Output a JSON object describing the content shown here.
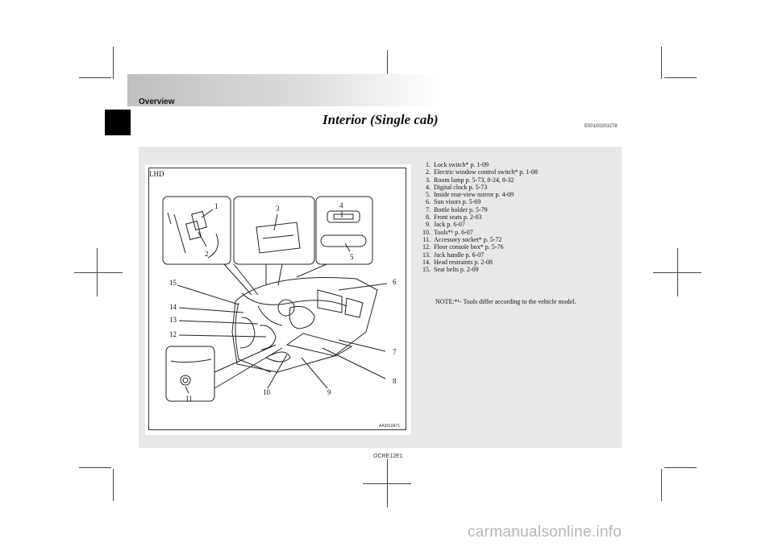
{
  "header": {
    "section": "Overview",
    "title": "Interior (Single cab)",
    "ref_code": "E00100203278"
  },
  "figure": {
    "lhd_label": "LHD",
    "code": "AA3010471",
    "callouts": [
      "1",
      "2",
      "3",
      "4",
      "5",
      "6",
      "7",
      "8",
      "9",
      "10",
      "11",
      "12",
      "13",
      "14",
      "15"
    ]
  },
  "items": [
    {
      "num": "1.",
      "text": "Lock switch* p. 1-09"
    },
    {
      "num": "2.",
      "text": "Electric window control switch* p. 1-08"
    },
    {
      "num": "3.",
      "text": "Room lamp p. 5-73, 8-24, 8-32"
    },
    {
      "num": "4.",
      "text": "Digital clock p. 5-73"
    },
    {
      "num": "5.",
      "text": "Inside rear-view mirror p. 4-09"
    },
    {
      "num": "6.",
      "text": "Sun visors p. 5-69"
    },
    {
      "num": "7.",
      "text": "Bottle holder p. 5-79"
    },
    {
      "num": "8.",
      "text": "Front seats p. 2-03"
    },
    {
      "num": "9.",
      "text": "Jack p. 6-07"
    },
    {
      "num": "10.",
      "text": "Tools*¹ p. 6-07"
    },
    {
      "num": "11.",
      "text": "Accessory socket* p. 5-72"
    },
    {
      "num": "12.",
      "text": "Floor console box* p. 5-76"
    },
    {
      "num": "13.",
      "text": "Jack handle p. 6-07"
    },
    {
      "num": "14.",
      "text": "Head restraints p. 2-08"
    },
    {
      "num": "15.",
      "text": "Seat belts p. 2-09"
    }
  ],
  "note": "NOTE:*¹- Tools differ according to the vehicle model.",
  "footer": {
    "code": "OCRE12E1",
    "watermark": "carmanualsonline.info"
  }
}
